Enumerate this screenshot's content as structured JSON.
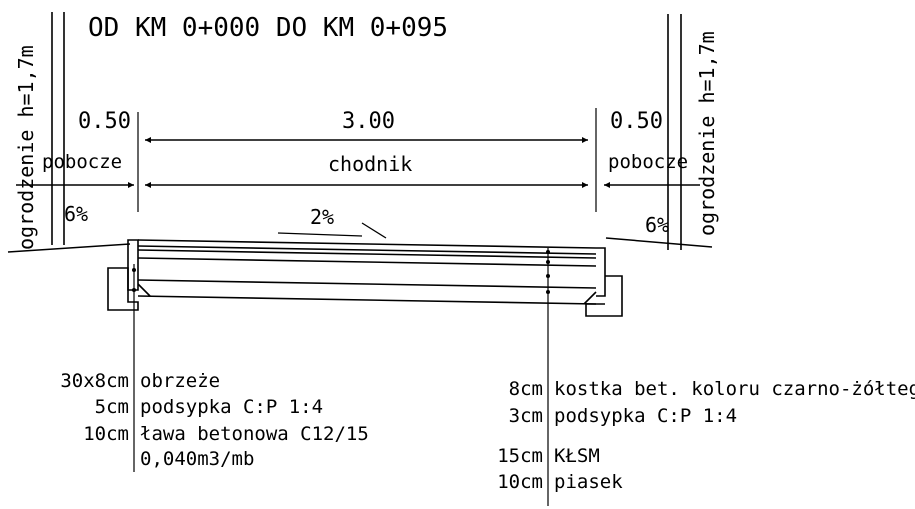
{
  "title": "OD KM 0+000 DO KM 0+095",
  "fence_left": "ogrodzenie h=1,7m",
  "fence_right": "ogrodzenie h=1,7m",
  "shoulder_left": {
    "width": "0.50",
    "name": "pobocze",
    "slope": "6%"
  },
  "walkway": {
    "width": "3.00",
    "name": "chodnik",
    "slope": "2%"
  },
  "shoulder_right": {
    "width": "0.50",
    "name": "pobocze",
    "slope": "6%"
  },
  "layers_left": [
    {
      "thickness": "30x8cm",
      "desc": "obrzeże"
    },
    {
      "thickness": "5cm",
      "desc": "podsypka C:P 1:4"
    },
    {
      "thickness": "10cm",
      "desc": "ława betonowa C12/15"
    },
    {
      "thickness": "",
      "desc": "0,040m3/mb"
    }
  ],
  "layers_right": [
    {
      "thickness": "8cm",
      "desc": "kostka bet. koloru czarno-żółtego"
    },
    {
      "thickness": "3cm",
      "desc": "podsypka C:P 1:4"
    },
    {
      "thickness": "15cm",
      "desc": "KŁSM"
    },
    {
      "thickness": "10cm",
      "desc": "piasek"
    }
  ]
}
